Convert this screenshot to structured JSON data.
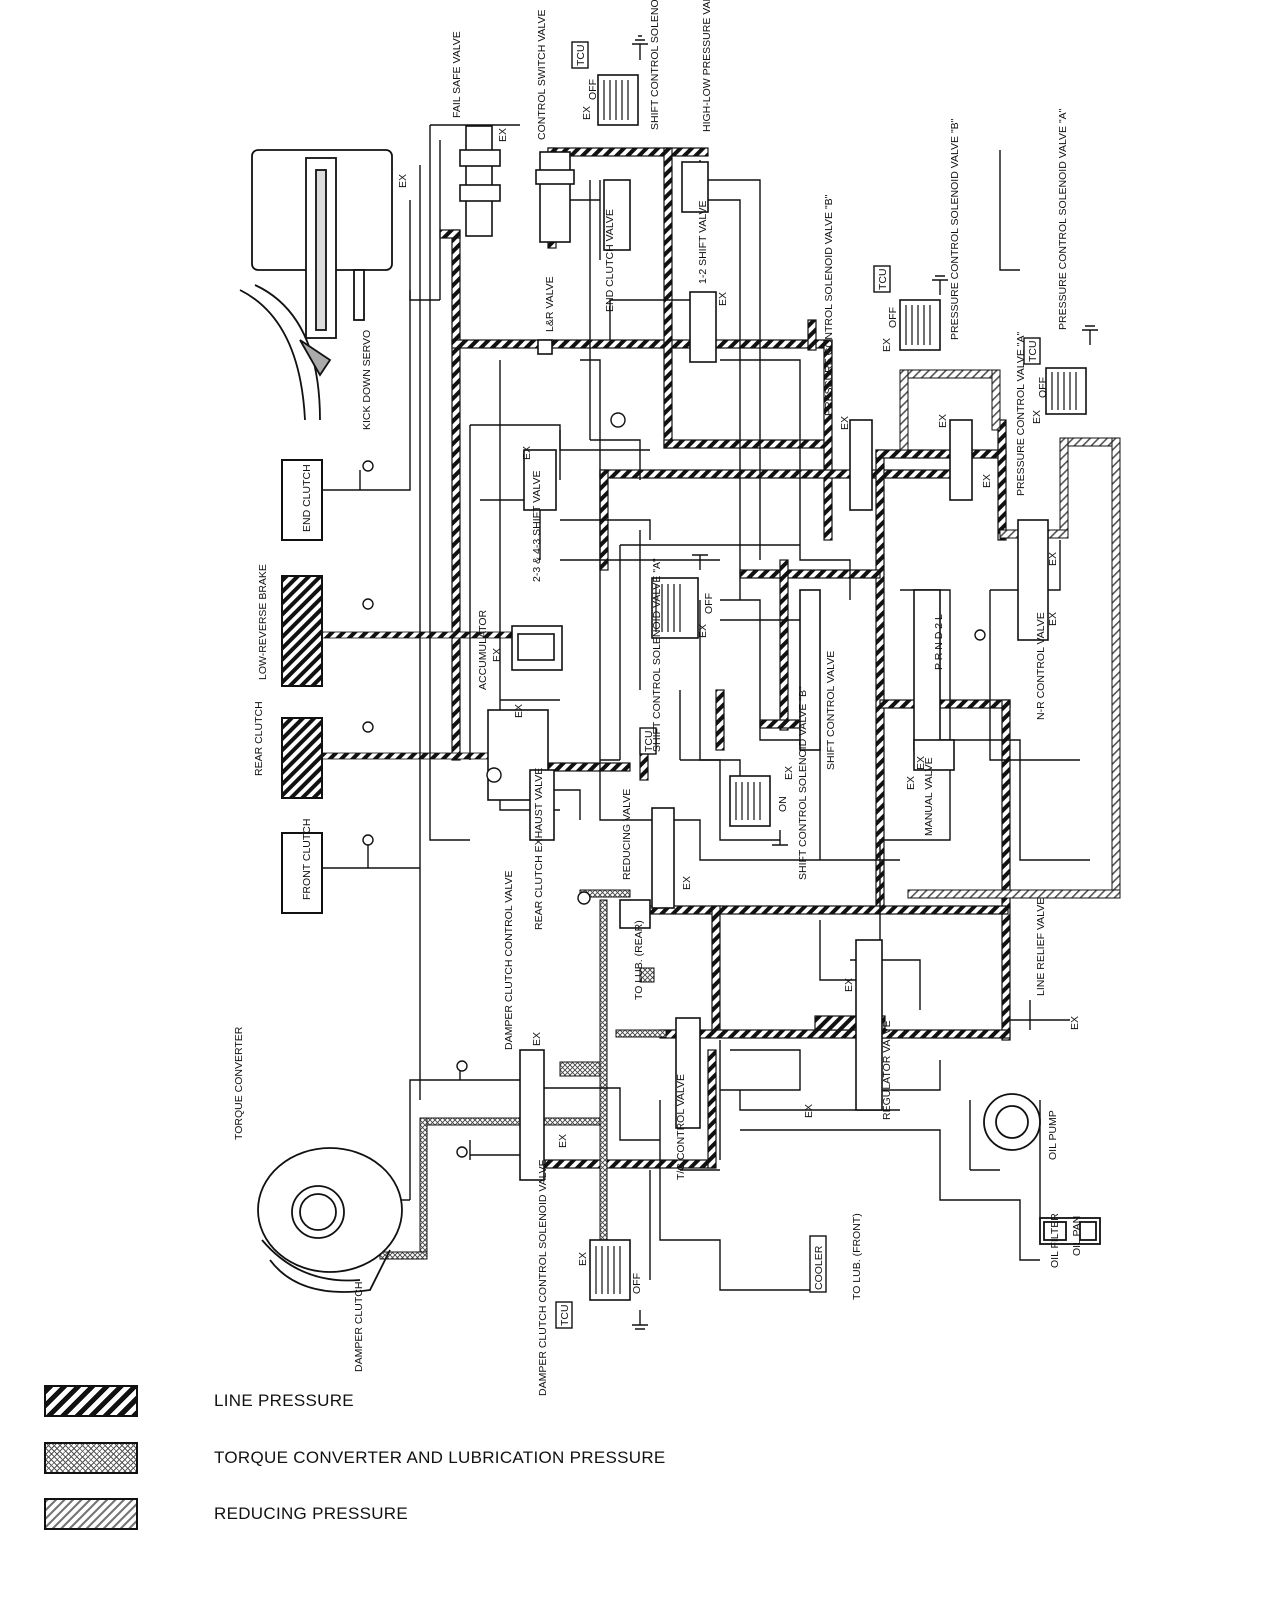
{
  "labels": {
    "fail_safe_valve": "FAIL SAFE VALVE",
    "control_switch_valve": "CONTROL SWITCH VALVE",
    "shift_solenoid_c": "SHIFT CONTROL SOLENOID VALVE \"C\"",
    "high_low_pressure_valve": "HIGH-LOW PRESSURE VALVE",
    "kick_down_servo": "KICK DOWN SERVO",
    "lr_valve": "L&R VALVE",
    "end_clutch_valve": "END CLUTCH VALVE",
    "shift_12_valve": "1-2 SHIFT VALVE",
    "pc_solenoid_b": "PRESSURE CONTROL SOLENOID VALVE \"B\"",
    "pc_solenoid_valve_b": "PRESSURE CONTROL SOLENOID VALVE \"B\"",
    "pc_solenoid_a": "PRESSURE CONTROL SOLENOID VALVE \"A\"",
    "pc_valve_a": "PRESSURE CONTROL VALVE \"A\"",
    "end_clutch": "END CLUTCH",
    "shift_23_valve": "2-3 & 4-3 SHIFT VALVE",
    "low_reverse_brake": "LOW-REVERSE BRAKE",
    "accumulator": "ACCUMULATOR",
    "shift_solenoid_a": "SHIFT CONTROL SOLENOID VALVE \"A\"",
    "shift_control_valve": "SHIFT CONTROL VALVE",
    "nr_control_valve": "N-R CONTROL VALVE",
    "prnd2l": "P R N D 2 L",
    "rear_clutch": "REAR CLUTCH",
    "front_clutch": "FRONT CLUTCH",
    "rear_clutch_exhaust_valve": "REAR CLUTCH EXHAUST VALVE",
    "reducing_valve": "REDUCING VALVE",
    "shift_solenoid_b": "SHIFT CONTROL SOLENOID VALVE \"B\"",
    "manual_valve": "MANUAL VALVE",
    "to_lub_rear": "TO LUB. (REAR)",
    "damper_clutch_control_valve": "DAMPER CLUTCH CONTROL VALVE",
    "line_relief_valve": "LINE RELIEF VALVE",
    "torque_converter": "TORQUE CONVERTER",
    "tc_control_valve": "T/C CONTROL VALVE",
    "regulator_valve": "REGULATOR VALVE",
    "oil_pump": "OIL PUMP",
    "damper_clutch": "DAMPER CLUTCH",
    "damper_solenoid": "DAMPER CLUTCH CONTROL SOLENOID VALVE",
    "cooler": "COOLER",
    "to_lub_front": "TO LUB. (FRONT)",
    "oil_filter": "OIL FILTER",
    "oil_pan": "OIL PAN",
    "tcu": "TCU",
    "ex": "EX",
    "on": "ON",
    "off": "OFF"
  },
  "legend": [
    {
      "pattern": "line",
      "label": "LINE PRESSURE"
    },
    {
      "pattern": "torque",
      "label": "TORQUE CONVERTER AND LUBRICATION PRESSURE"
    },
    {
      "pattern": "reducing",
      "label": "REDUCING PRESSURE"
    }
  ]
}
